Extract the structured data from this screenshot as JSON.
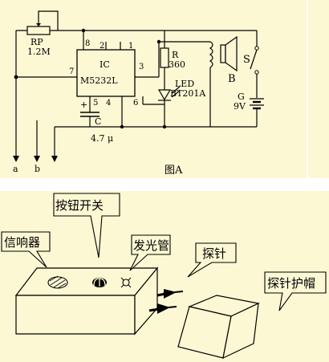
{
  "colors": {
    "background": "#fdf8d4",
    "divider": "#ffffff",
    "ink": "#000000"
  },
  "circuit": {
    "rp_label": "RP",
    "rp_value": "1.2M",
    "ic_label": "IC",
    "ic_part": "M5232L",
    "pins": [
      "8",
      "2",
      "1",
      "3",
      "7",
      "5",
      "4",
      "6"
    ],
    "r_label": "R",
    "r_value": "360",
    "led_label": "LED",
    "led_part": "BT201A",
    "speaker_label": "B",
    "switch_label": "S",
    "battery_label": "G",
    "battery_value": "9V",
    "cap_label": "C",
    "cap_plus": "+",
    "cap_value": "4.7 μ",
    "terminal_a": "a",
    "terminal_b": "b",
    "figure_caption": "图A"
  },
  "device": {
    "buzzer_label": "信响器",
    "button_label": "按钮开关",
    "lamp_label": "发光管",
    "probe_label": "探针",
    "cap_label": "探针护帽"
  }
}
